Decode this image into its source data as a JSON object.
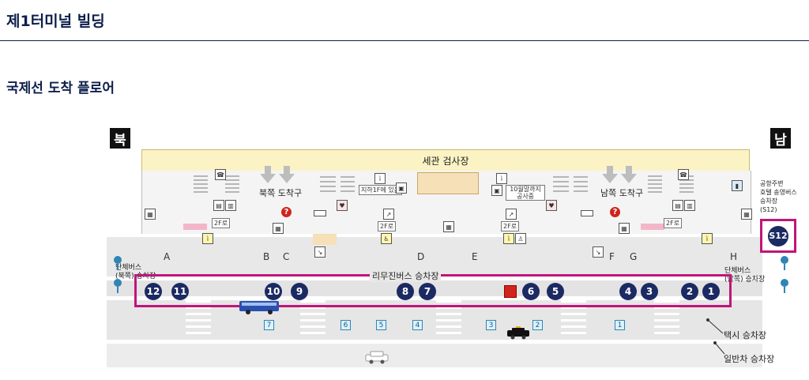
{
  "header": {
    "title": "제1터미널 빌딩"
  },
  "section": {
    "title": "국제선 도착 플로어"
  },
  "map": {
    "north_label": "북",
    "south_label": "남",
    "customs_label": "세관 검사장",
    "north_exit_label": "북쪽 도착구",
    "south_exit_label": "남쪽 도착구",
    "exits": [
      "A",
      "B",
      "C",
      "D",
      "E",
      "F",
      "G",
      "H"
    ],
    "floor_2f_label": "2F로",
    "notes": [
      {
        "name": "note-b1",
        "text": "지하1F에 있음"
      },
      {
        "name": "note-oct",
        "text": "10월말까지 공사중"
      }
    ],
    "group_bus_north": [
      "단체버스",
      "(북쪽) 승차장"
    ],
    "group_bus_south": [
      "단체버스",
      "(남쪽) 승차장"
    ],
    "limousine_label": "리무진버스 승차장",
    "hotel_shuttle": [
      "공항주변",
      "호텔 송영버스",
      "승차장",
      "(S12)"
    ],
    "hotel_stop": "S12",
    "bus_stops": [
      "12",
      "11",
      "10",
      "9",
      "8",
      "7",
      "6",
      "5",
      "4",
      "3",
      "2",
      "1"
    ],
    "taxi_stands": [
      "7",
      "6",
      "5",
      "4",
      "3",
      "2",
      "1"
    ],
    "taxi_label": "택시 승차장",
    "car_label": "일반차 승차장"
  },
  "colors": {
    "heading": "#0d1f4b",
    "stop_circle": "#1c2a63",
    "highlight": "#c0157a",
    "customs_bg": "#fbf3c4",
    "taxi": "#2f86b5"
  }
}
